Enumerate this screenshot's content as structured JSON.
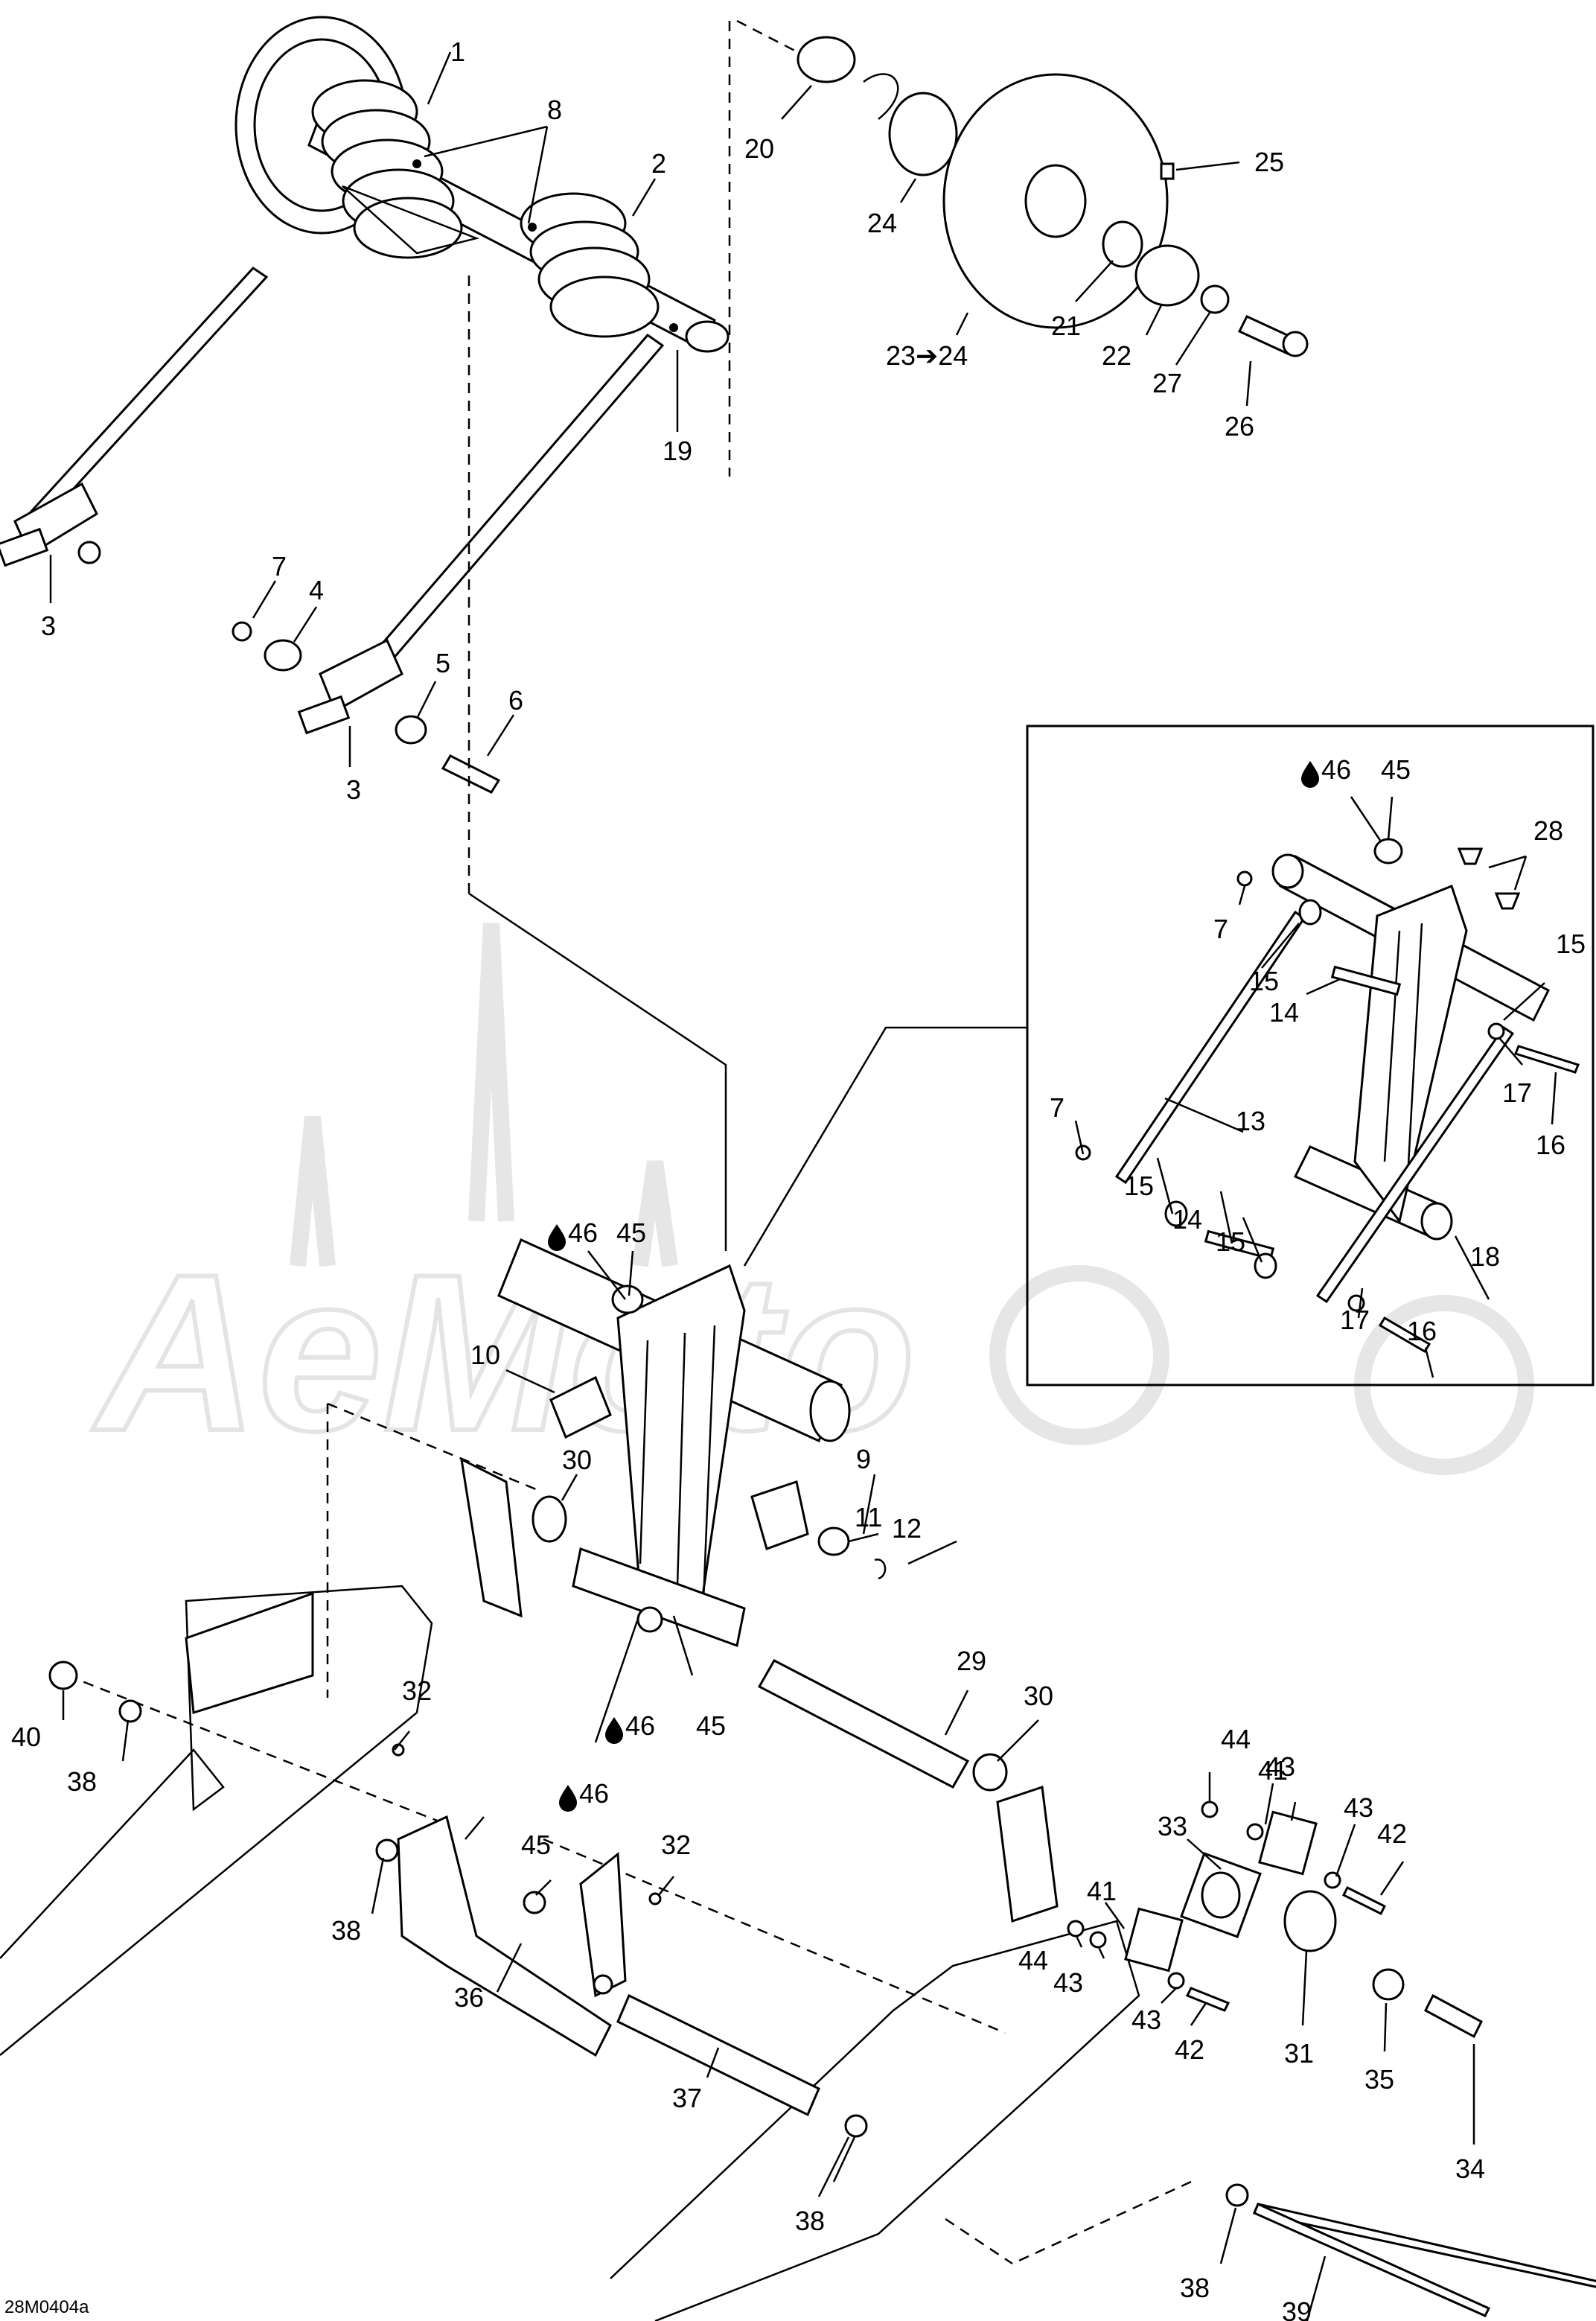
{
  "figure_ref": "28M0404a",
  "watermark": "AeMoto",
  "callouts": {
    "c1": "1",
    "c2": "2",
    "c3a": "3",
    "c3b": "3",
    "c4": "4",
    "c5": "5",
    "c6": "6",
    "c7a": "7",
    "c7b": "7",
    "c7c": "7",
    "c8": "8",
    "c9": "9",
    "c10": "10",
    "c11": "11",
    "c12": "12",
    "c13": "13",
    "c14a": "14",
    "c14b": "14",
    "c15a": "15",
    "c15b": "15",
    "c15c": "15",
    "c15d": "15",
    "c16a": "16",
    "c16b": "16",
    "c17a": "17",
    "c17b": "17",
    "c18": "18",
    "c19": "19",
    "c20": "20",
    "c21": "21",
    "c22": "22",
    "c23": "23➔24",
    "c24": "24",
    "c25": "25",
    "c26": "26",
    "c27": "27",
    "c28": "28",
    "c29": "29",
    "c30a": "30",
    "c30b": "30",
    "c31": "31",
    "c32a": "32",
    "c32b": "32",
    "c33": "33",
    "c34": "34",
    "c35": "35",
    "c36": "36",
    "c37": "37",
    "c38a": "38",
    "c38b": "38",
    "c38c": "38",
    "c38d": "38",
    "c39": "39",
    "c40": "40",
    "c41a": "41",
    "c41b": "41",
    "c42a": "42",
    "c42b": "42",
    "c43a": "43",
    "c43b": "43",
    "c43c": "43",
    "c43d": "43",
    "c44a": "44",
    "c44b": "44",
    "c45a": "45",
    "c45b": "45",
    "c45c": "45",
    "c45d": "45",
    "c46a": "46",
    "c46b": "46",
    "c46c": "46",
    "c46d": "46"
  },
  "icons": {
    "lubricant": "oil-drop-icon",
    "arrow": "arrow-right-icon"
  }
}
